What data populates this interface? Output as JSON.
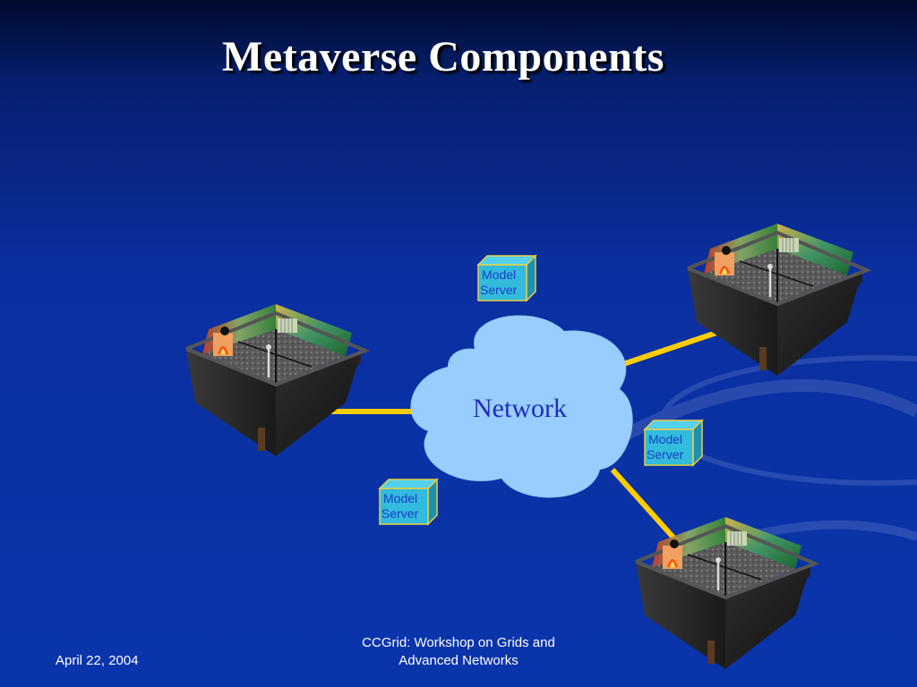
{
  "slide": {
    "title": "Metaverse Components"
  },
  "diagram": {
    "cloud_label": "Network",
    "model_servers": [
      {
        "line1": "Model",
        "line2": "Server"
      },
      {
        "line1": "Model",
        "line2": "Server"
      },
      {
        "line1": "Model",
        "line2": "Server"
      }
    ],
    "colors": {
      "background": "#0a35aa",
      "cloud_fill": "#99ccff",
      "connector": "#ffcc00",
      "server_box": "#33bbdd",
      "server_outline": "#e8d040"
    },
    "icons": [
      "virtual-room-icon",
      "virtual-room-icon",
      "virtual-room-icon"
    ]
  },
  "footer": {
    "date": "April 22, 2004",
    "event_line1": "CCGrid: Workshop on Grids and",
    "event_line2": "Advanced Networks"
  }
}
